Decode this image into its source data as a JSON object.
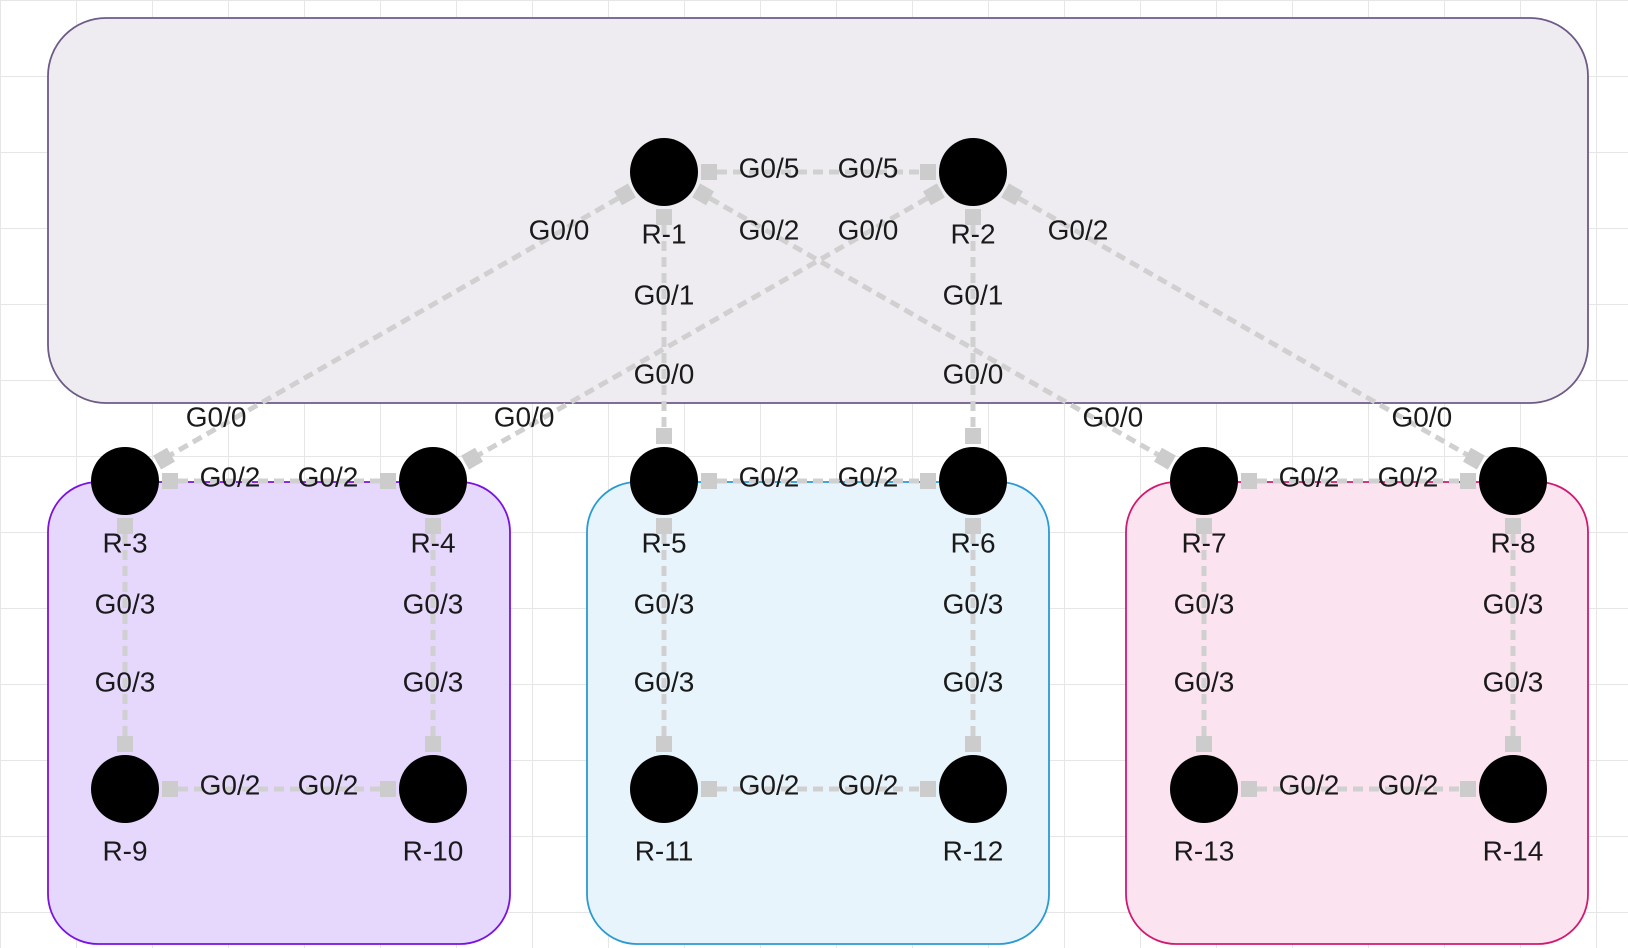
{
  "colors": {
    "core_fill": "#eeecf1",
    "core_stroke": "#6e5a86",
    "purple_fill": "#e6d7fc",
    "purple_stroke": "#7a12e0",
    "blue_fill": "#e8f4fb",
    "blue_stroke": "#2a9ad3",
    "pink_fill": "#fbe3f0",
    "pink_stroke": "#d01a72",
    "link": "#d0d0d0",
    "icon": "#8a8a8a"
  },
  "routers": [
    {
      "id": "r1",
      "label": "R-1",
      "icon": "router-icon"
    },
    {
      "id": "r2",
      "label": "R-2",
      "icon": "router-icon"
    },
    {
      "id": "r3",
      "label": "R-3",
      "icon": "router-icon"
    },
    {
      "id": "r4",
      "label": "R-4",
      "icon": "router-icon"
    },
    {
      "id": "r5",
      "label": "R-5",
      "icon": "router-icon"
    },
    {
      "id": "r6",
      "label": "R-6",
      "icon": "router-icon"
    },
    {
      "id": "r7",
      "label": "R-7",
      "icon": "router-icon"
    },
    {
      "id": "r8",
      "label": "R-8",
      "icon": "router-icon"
    },
    {
      "id": "r9",
      "label": "R-9",
      "icon": "router-icon"
    },
    {
      "id": "r10",
      "label": "R-10",
      "icon": "router-icon"
    },
    {
      "id": "r11",
      "label": "R-11",
      "icon": "router-icon"
    },
    {
      "id": "r12",
      "label": "R-12",
      "icon": "router-icon"
    },
    {
      "id": "r13",
      "label": "R-13",
      "icon": "router-icon"
    },
    {
      "id": "r14",
      "label": "R-14",
      "icon": "router-icon"
    }
  ],
  "links": [
    {
      "from": "r1",
      "to": "r2",
      "from_port": "G0/5",
      "to_port": "G0/5"
    },
    {
      "from": "r1",
      "to": "r3",
      "from_port": "G0/0",
      "to_port": "G0/0"
    },
    {
      "from": "r1",
      "to": "r5",
      "from_port": "G0/1",
      "to_port": "G0/0"
    },
    {
      "from": "r1",
      "to": "r7",
      "from_port": "G0/2",
      "to_port": "G0/0"
    },
    {
      "from": "r2",
      "to": "r4",
      "from_port": "G0/0",
      "to_port": "G0/0"
    },
    {
      "from": "r2",
      "to": "r6",
      "from_port": "G0/1",
      "to_port": "G0/0"
    },
    {
      "from": "r2",
      "to": "r8",
      "from_port": "G0/2",
      "to_port": "G0/0"
    },
    {
      "from": "r3",
      "to": "r4",
      "from_port": "G0/2",
      "to_port": "G0/2"
    },
    {
      "from": "r5",
      "to": "r6",
      "from_port": "G0/2",
      "to_port": "G0/2"
    },
    {
      "from": "r7",
      "to": "r8",
      "from_port": "G0/2",
      "to_port": "G0/2"
    },
    {
      "from": "r3",
      "to": "r9",
      "from_port": "G0/3",
      "to_port": "G0/3"
    },
    {
      "from": "r4",
      "to": "r10",
      "from_port": "G0/3",
      "to_port": "G0/3"
    },
    {
      "from": "r5",
      "to": "r11",
      "from_port": "G0/3",
      "to_port": "G0/3"
    },
    {
      "from": "r6",
      "to": "r12",
      "from_port": "G0/3",
      "to_port": "G0/3"
    },
    {
      "from": "r7",
      "to": "r13",
      "from_port": "G0/3",
      "to_port": "G0/3"
    },
    {
      "from": "r8",
      "to": "r14",
      "from_port": "G0/3",
      "to_port": "G0/3"
    },
    {
      "from": "r9",
      "to": "r10",
      "from_port": "G0/2",
      "to_port": "G0/2"
    },
    {
      "from": "r11",
      "to": "r12",
      "from_port": "G0/2",
      "to_port": "G0/2"
    },
    {
      "from": "r13",
      "to": "r14",
      "from_port": "G0/2",
      "to_port": "G0/2"
    }
  ]
}
